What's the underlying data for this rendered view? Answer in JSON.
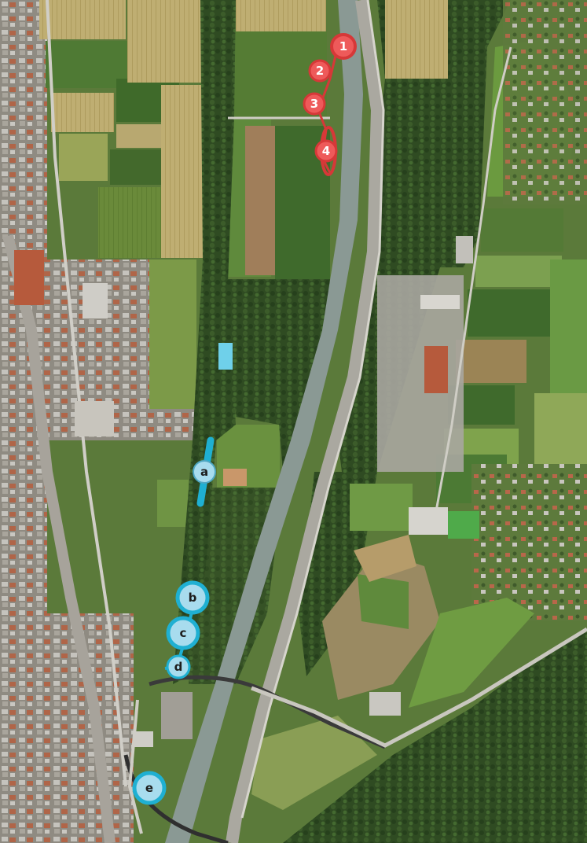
{
  "map": {
    "style": "aerial-satellite",
    "colors": {
      "field_light": "#9cab5a",
      "field_dark": "#4f6e2e",
      "field_wheat": "#c8b57a",
      "forest": "#2d4a22",
      "river": "#7a8b86",
      "road": "#b9b6ad",
      "urban": "#9d9a92",
      "roof_red": "#b85a3c",
      "roof_grey": "#c4c4c0",
      "pool": "#6fd0ea"
    }
  },
  "markers": {
    "red": {
      "color_fill": "#ee5a5a",
      "color_ring": "#d63838",
      "items": [
        {
          "label": "1"
        },
        {
          "label": "2"
        },
        {
          "label": "3"
        },
        {
          "label": "4"
        }
      ]
    },
    "blue": {
      "color_fill": "#a8dcee",
      "color_ring": "#1fb0d2",
      "items": [
        {
          "label": "a"
        },
        {
          "label": "b"
        },
        {
          "label": "c"
        },
        {
          "label": "d"
        },
        {
          "label": "e"
        }
      ]
    }
  }
}
